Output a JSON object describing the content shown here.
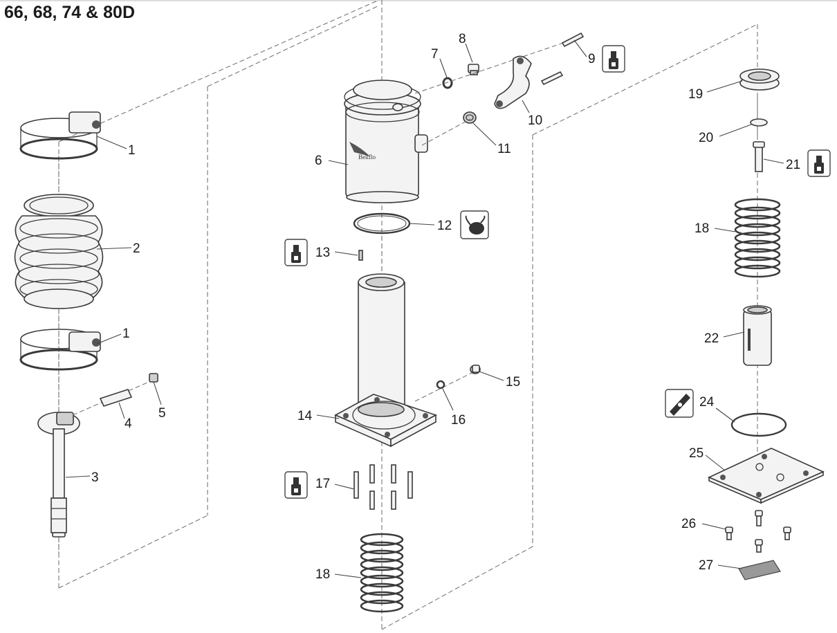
{
  "title": "66, 68, 74 & 80D",
  "callouts": [
    {
      "id": "c1a",
      "label": "1"
    },
    {
      "id": "c2",
      "label": "2"
    },
    {
      "id": "c1b",
      "label": "1"
    },
    {
      "id": "c3",
      "label": "3"
    },
    {
      "id": "c4",
      "label": "4"
    },
    {
      "id": "c5",
      "label": "5"
    },
    {
      "id": "c6",
      "label": "6"
    },
    {
      "id": "c7",
      "label": "7"
    },
    {
      "id": "c8",
      "label": "8"
    },
    {
      "id": "c9",
      "label": "9"
    },
    {
      "id": "c10",
      "label": "10"
    },
    {
      "id": "c11",
      "label": "11"
    },
    {
      "id": "c12",
      "label": "12"
    },
    {
      "id": "c13",
      "label": "13"
    },
    {
      "id": "c14",
      "label": "14"
    },
    {
      "id": "c15",
      "label": "15"
    },
    {
      "id": "c16",
      "label": "16"
    },
    {
      "id": "c17",
      "label": "17"
    },
    {
      "id": "c18a",
      "label": "18"
    },
    {
      "id": "c19",
      "label": "19"
    },
    {
      "id": "c20",
      "label": "20"
    },
    {
      "id": "c21",
      "label": "21"
    },
    {
      "id": "c18b",
      "label": "18"
    },
    {
      "id": "c22",
      "label": "22"
    },
    {
      "id": "c24",
      "label": "24"
    },
    {
      "id": "c25",
      "label": "25"
    },
    {
      "id": "c26",
      "label": "26"
    },
    {
      "id": "c27",
      "label": "27"
    }
  ],
  "symbols": {
    "thread_locker": "thread-locker-icon",
    "lubricant": "oil-can-icon",
    "grease": "grease-gun-icon"
  }
}
